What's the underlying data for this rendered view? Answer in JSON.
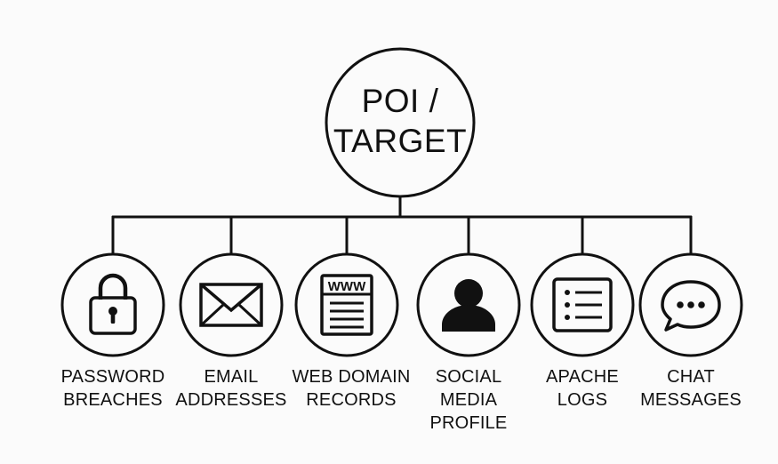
{
  "root": {
    "line1": "POI /",
    "line2": "TARGET"
  },
  "children": [
    {
      "icon": "lock-icon",
      "lines": [
        "PASSWORD",
        "BREACHES"
      ]
    },
    {
      "icon": "envelope-icon",
      "lines": [
        "EMAIL",
        "ADDRESSES"
      ]
    },
    {
      "icon": "webpage-icon",
      "icon_text": "WWW",
      "lines": [
        "WEB DOMAIN",
        "RECORDS"
      ]
    },
    {
      "icon": "person-icon",
      "lines": [
        "SOCIAL",
        "MEDIA",
        "PROFILE"
      ]
    },
    {
      "icon": "list-icon",
      "lines": [
        "APACHE",
        "LOGS"
      ]
    },
    {
      "icon": "chat-bubble-icon",
      "lines": [
        "CHAT",
        "MESSAGES"
      ]
    }
  ],
  "colors": {
    "stroke": "#111111",
    "background": "#fbfbfb"
  }
}
